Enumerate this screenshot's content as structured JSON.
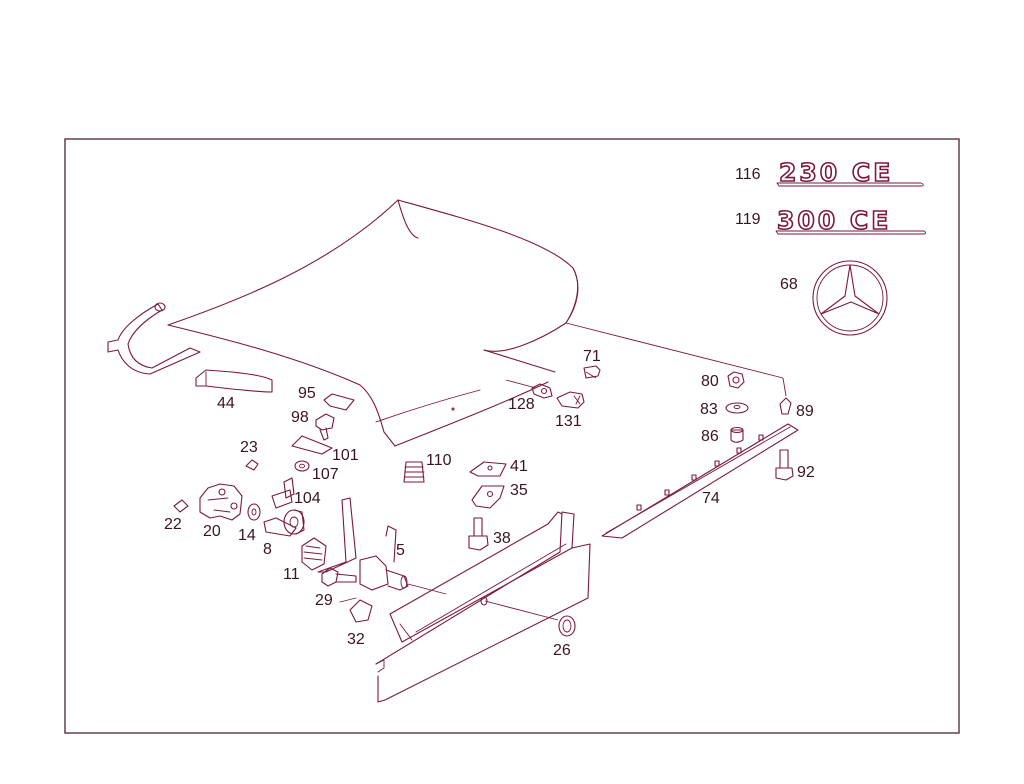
{
  "diagram": {
    "callouts": {
      "c116": "116",
      "c119": "119",
      "c68": "68",
      "c71": "71",
      "c80": "80",
      "c83": "83",
      "c86": "86",
      "c89": "89",
      "c92": "92",
      "c74": "74",
      "c44": "44",
      "c95": "95",
      "c98": "98",
      "c101": "101",
      "c107": "107",
      "c104": "104",
      "c23": "23",
      "c22": "22",
      "c20": "20",
      "c14": "14",
      "c8": "8",
      "c11": "11",
      "c29": "29",
      "c32": "32",
      "c5": "5",
      "c110": "110",
      "c128": "128",
      "c131": "131",
      "c41": "41",
      "c35": "35",
      "c38": "38",
      "c26": "26"
    },
    "emblems": {
      "model_230": "230 CE",
      "model_300": "300 CE"
    },
    "colors": {
      "line": "#7a1a38",
      "text": "#3a1520",
      "frame": "#4a2230",
      "background": "#ffffff"
    }
  }
}
